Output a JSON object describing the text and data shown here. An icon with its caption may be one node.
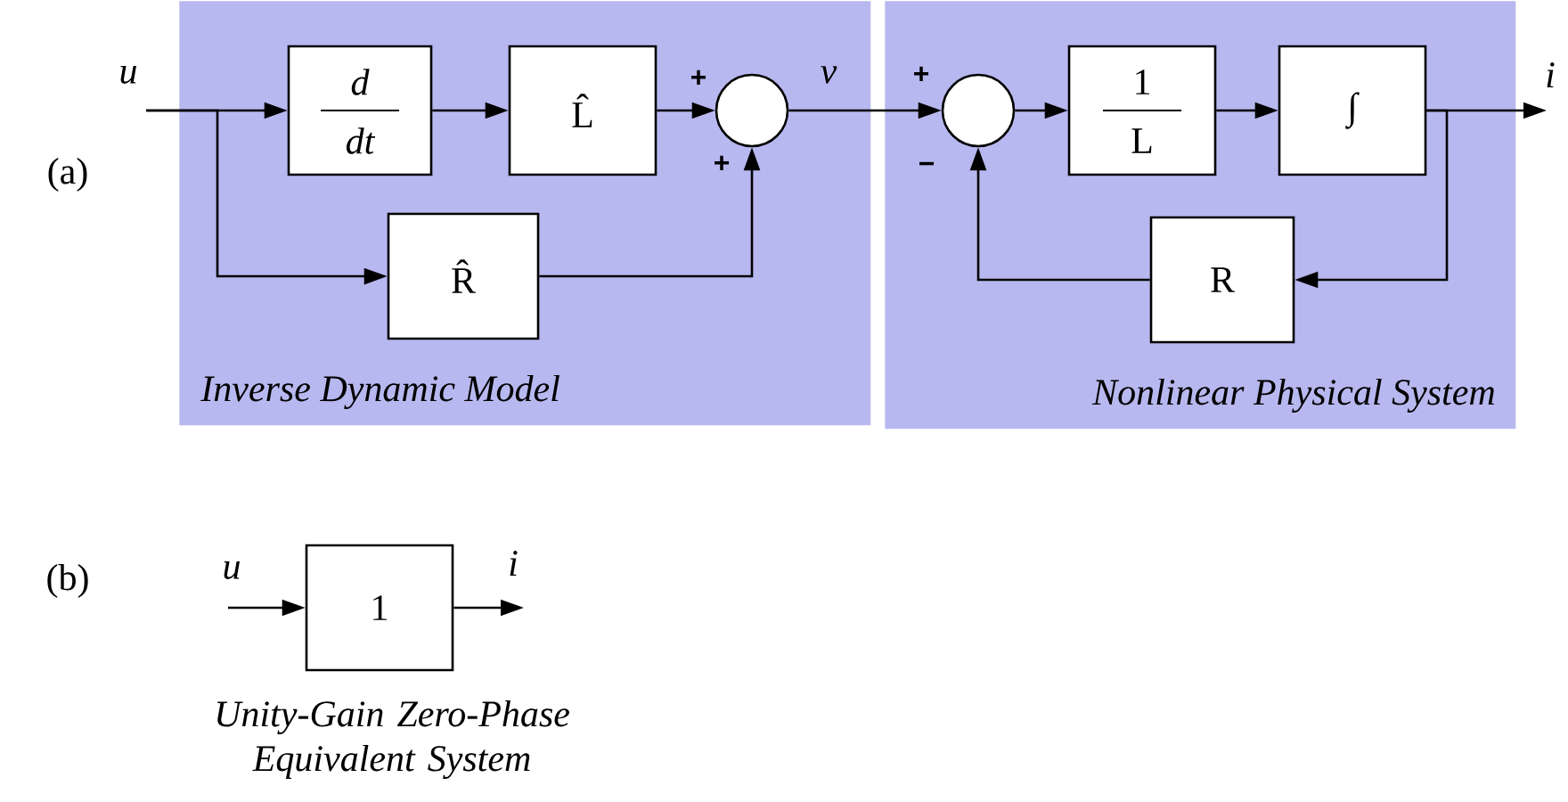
{
  "diagram": {
    "nodes": [
      {
        "text": [
          "Inverse Dynamic Model"
        ]
      },
      {
        "text": [
          "Nonlinear Physical System"
        ]
      },
      {
        "text": [
          "d",
          "dt"
        ],
        "in": 0
      },
      {
        "text": [
          "L̂"
        ],
        "in": 0
      },
      {
        "text": [],
        "shape": "circle",
        "in": 0
      },
      {
        "text": [
          "R̂"
        ],
        "in": 0
      },
      {
        "text": [],
        "shape": "circle",
        "in": 1
      },
      {
        "text": [
          "1",
          "L"
        ],
        "in": 1
      },
      {
        "text": [
          "∫"
        ],
        "in": 1
      },
      {
        "text": [
          "R"
        ],
        "in": 1
      },
      {
        "text": [
          "1"
        ],
        "beside": [
          "Unity-Gain Zero-Phase Equivalent System"
        ]
      }
    ],
    "edges": [
      {
        "from": null,
        "to": 2,
        "arrow": "to"
      },
      {
        "from": null,
        "to": 5,
        "arrow": "to"
      },
      {
        "from": 2,
        "to": 3,
        "arrow": "to"
      },
      {
        "from": 3,
        "to": 4,
        "arrow": "to"
      },
      {
        "from": 5,
        "to": 4,
        "arrow": "to"
      },
      {
        "from": 4,
        "to": 6,
        "arrow": "to"
      },
      {
        "from": 6,
        "to": 7,
        "arrow": "to"
      },
      {
        "from": 7,
        "to": 8,
        "arrow": "to"
      },
      {
        "from": 8,
        "to": null,
        "arrow": "to"
      },
      {
        "from": 8,
        "to": 9,
        "arrow": "to"
      },
      {
        "from": 9,
        "to": 6,
        "arrow": "to"
      },
      {
        "from": null,
        "to": 10,
        "arrow": "to"
      },
      {
        "from": 10,
        "to": null,
        "arrow": "to"
      }
    ],
    "labels": [
      "u",
      "(a)",
      "+",
      "v",
      "+",
      "+",
      "−",
      "i",
      "(b)",
      "u",
      "i"
    ]
  }
}
